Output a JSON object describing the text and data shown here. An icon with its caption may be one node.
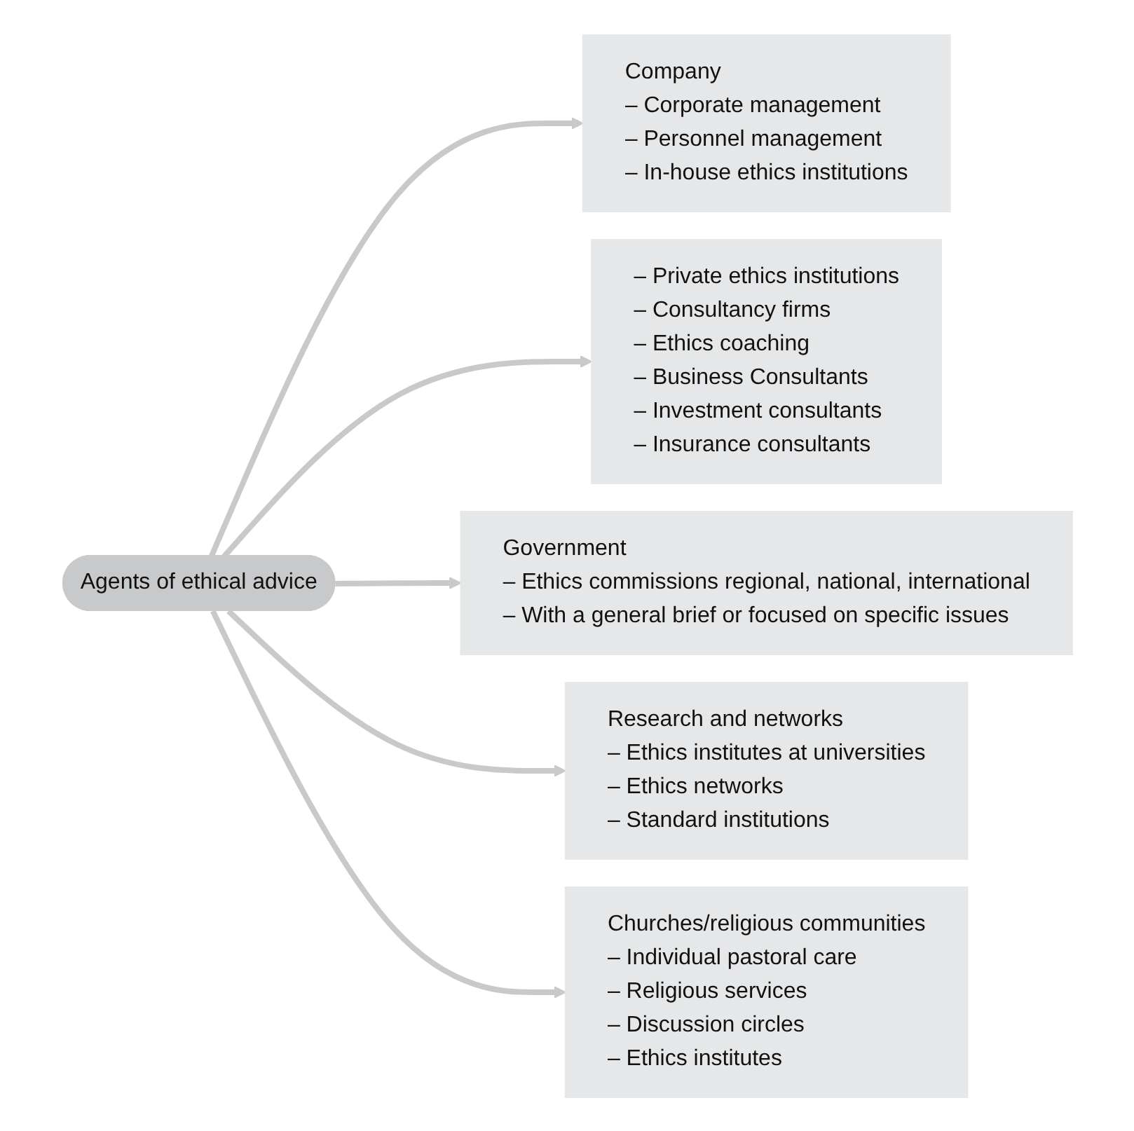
{
  "diagram": {
    "nodes": [
      {
        "text": [
          "Company",
          "– Corporate management",
          "– Personnel management",
          "– In-house ethics institutions"
        ]
      },
      {
        "text": [
          "– Private ethics institutions",
          "– Consultancy firms",
          "– Ethics coaching",
          "– Business Consultants",
          "– Investment consultants",
          "– Insurance consultants"
        ]
      },
      {
        "text": [
          "Government",
          "– Ethics commissions regional, national, international",
          "– With a general brief or focused on specific issues"
        ]
      },
      {
        "text": [
          "Agents of ethical advice"
        ]
      },
      {
        "text": [
          "Research and networks",
          "– Ethics institutes at universities",
          "– Ethics networks",
          "– Standard institutions"
        ]
      },
      {
        "text": [
          "Churches/religious communities",
          "– Individual pastoral care",
          "– Religious services",
          "– Discussion circles",
          "– Ethics institutes"
        ]
      }
    ],
    "edges": [
      {
        "from": 3,
        "to": 0,
        "arrow": "to"
      },
      {
        "from": 3,
        "to": 1,
        "arrow": "to"
      },
      {
        "from": 3,
        "to": 2,
        "arrow": "to"
      },
      {
        "from": 3,
        "to": 4,
        "arrow": "to"
      },
      {
        "from": 3,
        "to": 5,
        "arrow": "to"
      }
    ]
  }
}
